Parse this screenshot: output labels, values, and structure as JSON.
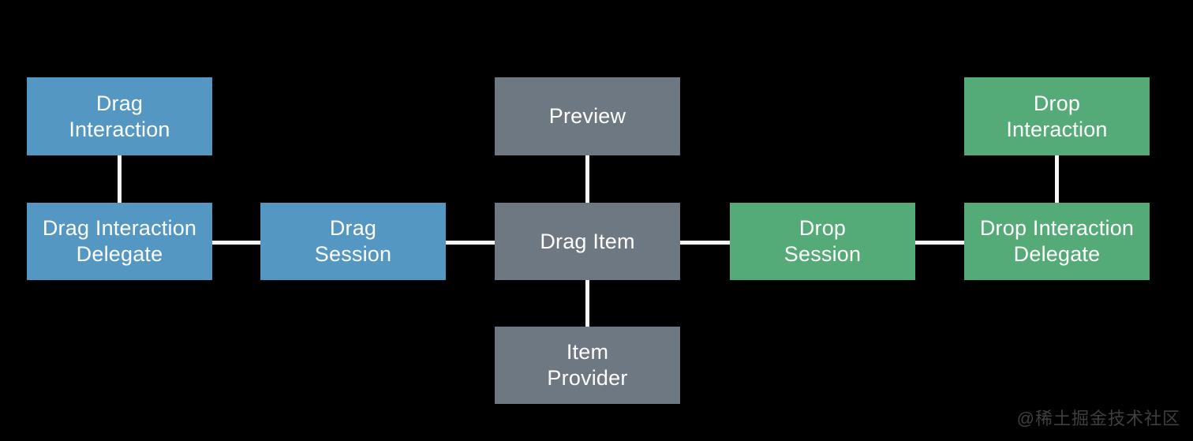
{
  "diagram": {
    "background_color": "#000000",
    "connector_color": "#f8f8f6",
    "text_color": "#ffffff",
    "node_colors": {
      "drag": "#5497c3",
      "item": "#6e7882",
      "drop": "#55ab77"
    },
    "nodes": {
      "drag_interaction": {
        "lines": [
          "Drag",
          "Interaction"
        ],
        "color": "#5497c3"
      },
      "drag_interaction_delegate": {
        "lines": [
          "Drag Interaction",
          "Delegate"
        ],
        "color": "#5497c3"
      },
      "drag_session": {
        "lines": [
          "Drag",
          "Session"
        ],
        "color": "#5497c3"
      },
      "preview": {
        "lines": [
          "Preview"
        ],
        "color": "#6e7882"
      },
      "drag_item": {
        "lines": [
          "Drag Item"
        ],
        "color": "#6e7882"
      },
      "item_provider": {
        "lines": [
          "Item",
          "Provider"
        ],
        "color": "#6e7882"
      },
      "drop_session": {
        "lines": [
          "Drop",
          "Session"
        ],
        "color": "#55ab77"
      },
      "drop_interaction": {
        "lines": [
          "Drop",
          "Interaction"
        ],
        "color": "#55ab77"
      },
      "drop_interaction_delegate": {
        "lines": [
          "Drop Interaction",
          "Delegate"
        ],
        "color": "#55ab77"
      }
    },
    "edges": [
      {
        "from": "drag_interaction",
        "to": "drag_interaction_delegate"
      },
      {
        "from": "drag_interaction_delegate",
        "to": "drag_session"
      },
      {
        "from": "drag_session",
        "to": "drag_item"
      },
      {
        "from": "preview",
        "to": "drag_item"
      },
      {
        "from": "drag_item",
        "to": "item_provider"
      },
      {
        "from": "drag_item",
        "to": "drop_session"
      },
      {
        "from": "drop_session",
        "to": "drop_interaction_delegate"
      },
      {
        "from": "drop_interaction",
        "to": "drop_interaction_delegate"
      }
    ]
  },
  "watermark": {
    "text": "@稀土掘金技术社区",
    "color": "#3f3f41"
  }
}
